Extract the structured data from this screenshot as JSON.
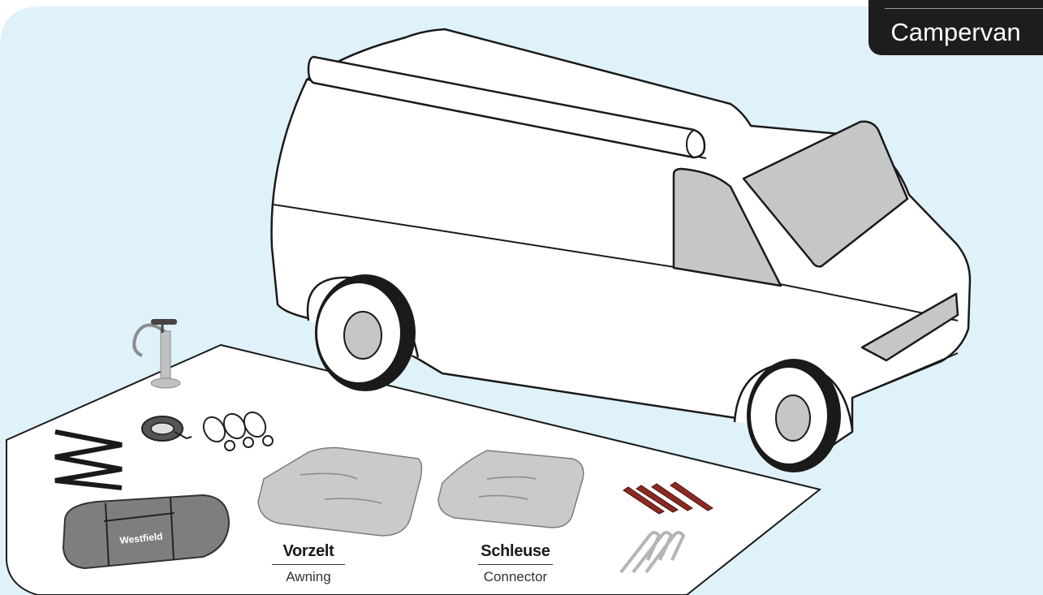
{
  "badge": {
    "label": "Campervan"
  },
  "items": [
    {
      "id": "awning",
      "label_de": "Vorzelt",
      "label_en": "Awning"
    },
    {
      "id": "connector",
      "label_de": "Schleuse",
      "label_en": "Connector"
    }
  ],
  "bag_brand": "Westfield",
  "colors": {
    "background": "#dff1f9",
    "ground_sheet": "#ffffff",
    "outline": "#1a1a1a",
    "glass": "#c4c6c8",
    "fabric": "#c9cacb",
    "bag": "#7c7e80",
    "peg": "#8b2a22",
    "badge": "#1d1d1d"
  },
  "icons": [
    "hand-pump-icon",
    "strap-icon",
    "tension-bands-icon",
    "poles-icon",
    "tent-bag-icon",
    "peg-icon",
    "hook-pegs-icon"
  ]
}
